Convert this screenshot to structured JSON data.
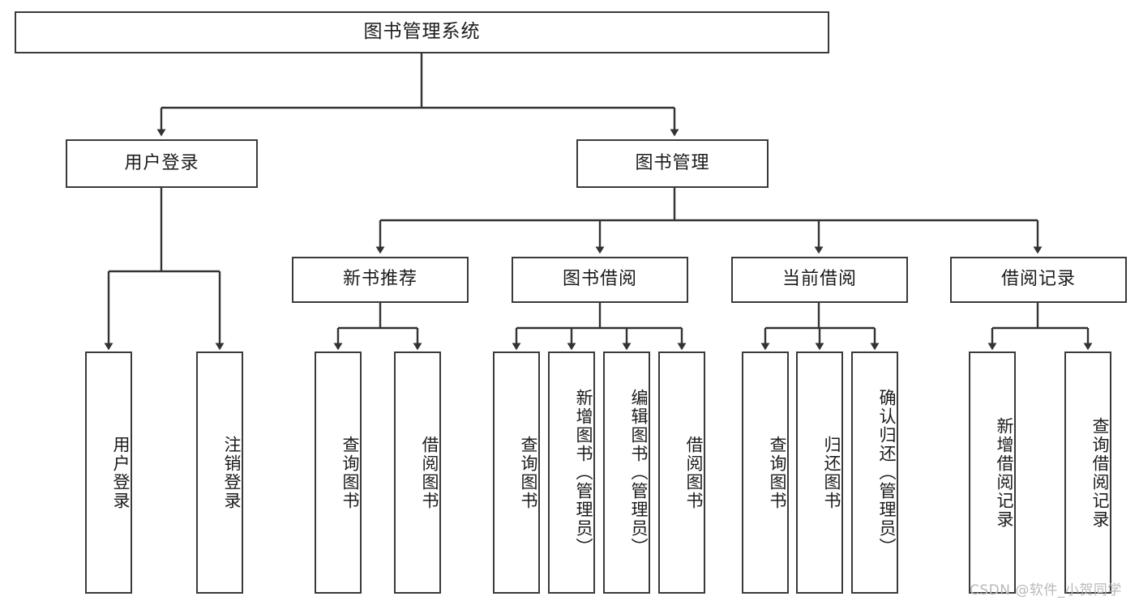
{
  "diagram": {
    "title": "图书管理系统",
    "type": "tree",
    "watermark": "CSDN @软件_小贺同学",
    "colors": {
      "box_border": "#3a3a3a",
      "box_fill": "#ffffff",
      "edge": "#333333",
      "text": "#1b1b1b",
      "watermark": "#b9b9b9",
      "background": "#ffffff"
    },
    "nodes": {
      "root": {
        "label": "图书管理系统"
      },
      "level2": [
        {
          "id": "user-login",
          "label": "用户登录"
        },
        {
          "id": "book-manage",
          "label": "图书管理"
        }
      ],
      "level3": [
        {
          "id": "new-book-recommend",
          "label": "新书推荐"
        },
        {
          "id": "book-borrow",
          "label": "图书借阅"
        },
        {
          "id": "current-borrow",
          "label": "当前借阅"
        },
        {
          "id": "borrow-record",
          "label": "借阅记录"
        }
      ],
      "leaves": {
        "user_login": [
          {
            "id": "leaf-user-login",
            "label": "用户登录"
          },
          {
            "id": "leaf-logout-login",
            "label": "注销登录"
          }
        ],
        "new_book_recommend": [
          {
            "id": "leaf-query-book-1",
            "label": "查询图书"
          },
          {
            "id": "leaf-borrow-book-1",
            "label": "借阅图书"
          }
        ],
        "book_borrow": [
          {
            "id": "leaf-query-book-2",
            "label": "查询图书"
          },
          {
            "id": "leaf-add-book-admin",
            "label": "新增图书（管理员）"
          },
          {
            "id": "leaf-edit-book-admin",
            "label": "编辑图书（管理员）"
          },
          {
            "id": "leaf-borrow-book-2",
            "label": "借阅图书"
          }
        ],
        "current_borrow": [
          {
            "id": "leaf-query-book-3",
            "label": "查询图书"
          },
          {
            "id": "leaf-return-book",
            "label": "归还图书"
          },
          {
            "id": "leaf-confirm-return-admin",
            "label": "确认归还（管理员）"
          }
        ],
        "borrow_record": [
          {
            "id": "leaf-add-borrow-record",
            "label": "新增借阅记录"
          },
          {
            "id": "leaf-query-borrow-record",
            "label": "查询借阅记录"
          }
        ]
      }
    }
  }
}
